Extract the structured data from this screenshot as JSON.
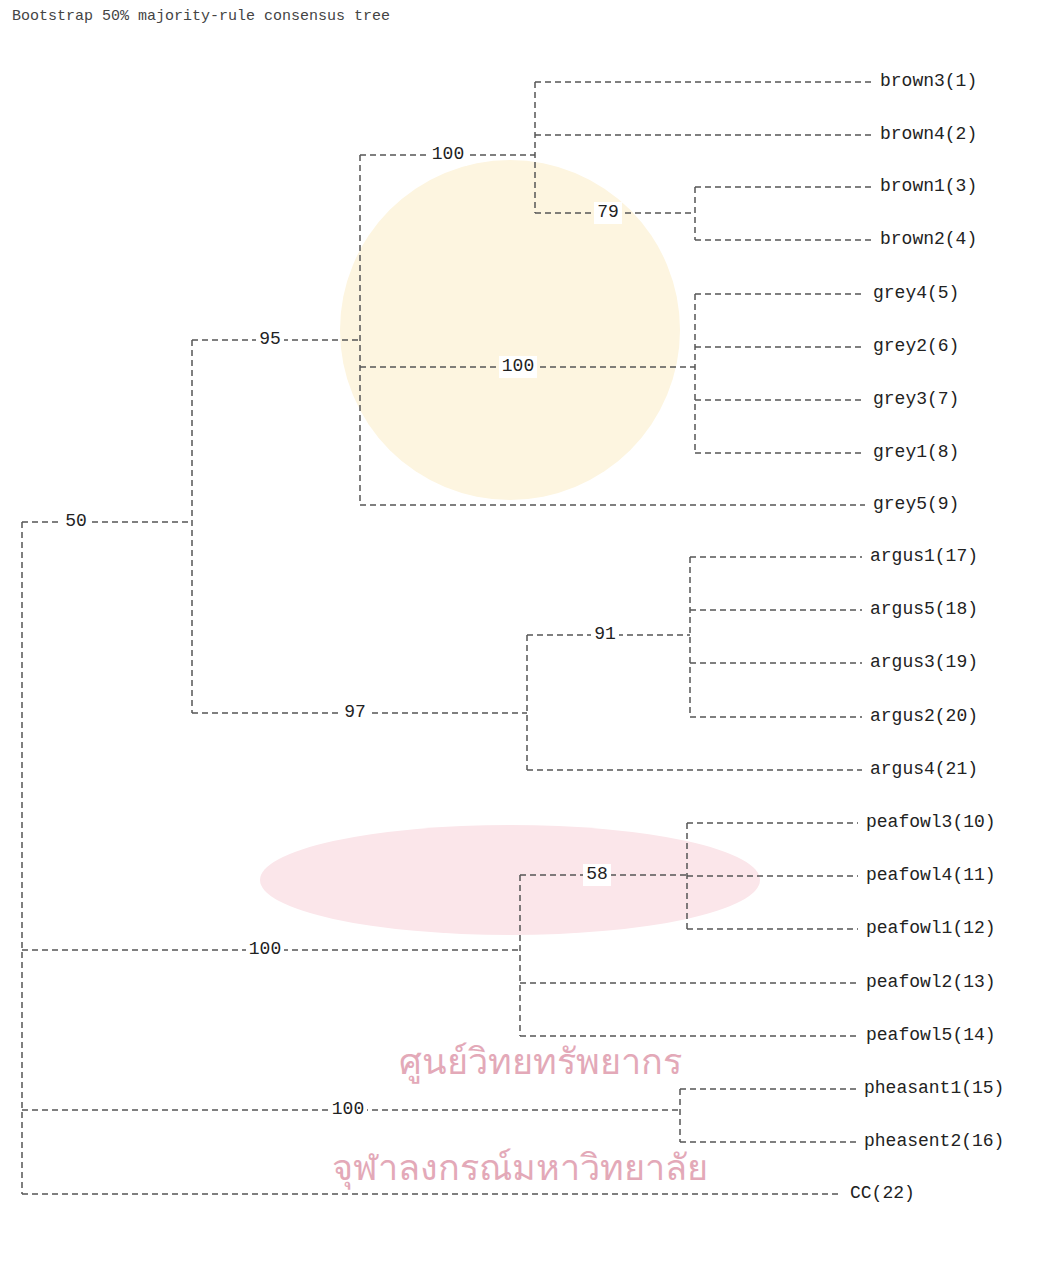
{
  "diagram": {
    "title": "Bootstrap 50% majority-rule consensus tree",
    "labels": [
      "brown3(1)",
      "100",
      "brown4(2)",
      "brown1(3)",
      "79",
      "brown2(4)",
      "grey4(5)",
      "95",
      "grey2(6)",
      "100",
      "grey3(7)",
      "grey1(8)",
      "grey5(9)",
      "50",
      "argus1(17)",
      "argus5(18)",
      "91",
      "argus3(19)",
      "argus2(20)",
      "97",
      "argus4(21)",
      "peafowl3(10)",
      "58",
      "peafowl4(11)",
      "peafowl1(12)",
      "100",
      "peafowl2(13)",
      "peafowl5(14)",
      "pheasant1(15)",
      "100",
      "pheasent2(16)",
      "CC(22)",
      "ศูนย์วิทยทรัพยากร",
      "จุฬาลงกรณ์มหาวิทยาลัย"
    ]
  }
}
